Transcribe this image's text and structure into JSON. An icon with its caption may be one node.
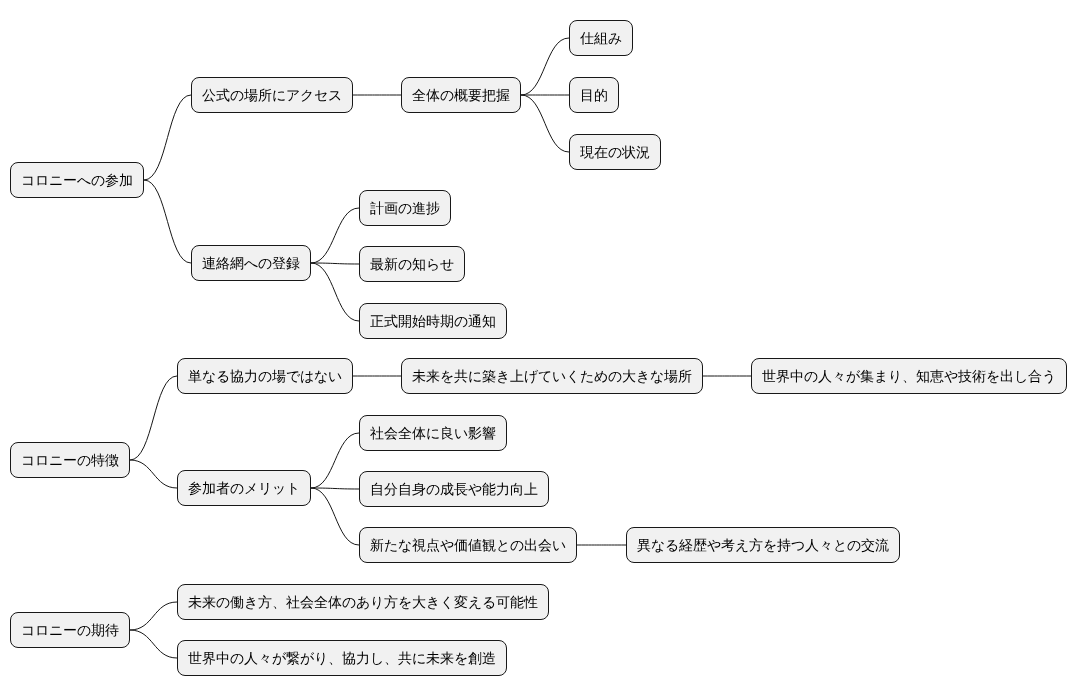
{
  "diagram": {
    "nodes": [
      {
        "text": [
          "コロニーへの参加"
        ]
      },
      {
        "text": [
          "公式の場所にアクセス"
        ]
      },
      {
        "text": [
          "全体の概要把握"
        ]
      },
      {
        "text": [
          "仕組み"
        ]
      },
      {
        "text": [
          "目的"
        ]
      },
      {
        "text": [
          "現在の状況"
        ]
      },
      {
        "text": [
          "連絡網への登録"
        ]
      },
      {
        "text": [
          "計画の進捗"
        ]
      },
      {
        "text": [
          "最新の知らせ"
        ]
      },
      {
        "text": [
          "正式開始時期の通知"
        ]
      },
      {
        "text": [
          "コロニーの特徴"
        ]
      },
      {
        "text": [
          "単なる協力の場ではない"
        ]
      },
      {
        "text": [
          "未来を共に築き上げていくための大きな場所"
        ]
      },
      {
        "text": [
          "世界中の人々が集まり、知恵や技術を出し合う"
        ]
      },
      {
        "text": [
          "参加者のメリット"
        ]
      },
      {
        "text": [
          "社会全体に良い影響"
        ]
      },
      {
        "text": [
          "自分自身の成長や能力向上"
        ]
      },
      {
        "text": [
          "新たな視点や価値観との出会い"
        ]
      },
      {
        "text": [
          "異なる経歴や考え方を持つ人々との交流"
        ]
      },
      {
        "text": [
          "コロニーの期待"
        ]
      },
      {
        "text": [
          "未来の働き方、社会全体のあり方を大きく変える可能性"
        ]
      },
      {
        "text": [
          "世界中の人々が繋がり、協力し、共に未来を創造"
        ]
      }
    ],
    "edges": [
      {
        "from": 0,
        "to": 1,
        "arrow": "none"
      },
      {
        "from": 1,
        "to": 2,
        "arrow": "none"
      },
      {
        "from": 2,
        "to": 3,
        "arrow": "none"
      },
      {
        "from": 2,
        "to": 4,
        "arrow": "none"
      },
      {
        "from": 2,
        "to": 5,
        "arrow": "none"
      },
      {
        "from": 0,
        "to": 6,
        "arrow": "none"
      },
      {
        "from": 6,
        "to": 7,
        "arrow": "none"
      },
      {
        "from": 6,
        "to": 8,
        "arrow": "none"
      },
      {
        "from": 6,
        "to": 9,
        "arrow": "none"
      },
      {
        "from": 10,
        "to": 11,
        "arrow": "none"
      },
      {
        "from": 11,
        "to": 12,
        "arrow": "none"
      },
      {
        "from": 12,
        "to": 13,
        "arrow": "none"
      },
      {
        "from": 10,
        "to": 14,
        "arrow": "none"
      },
      {
        "from": 14,
        "to": 15,
        "arrow": "none"
      },
      {
        "from": 14,
        "to": 16,
        "arrow": "none"
      },
      {
        "from": 14,
        "to": 17,
        "arrow": "none"
      },
      {
        "from": 17,
        "to": 18,
        "arrow": "none"
      },
      {
        "from": 19,
        "to": 20,
        "arrow": "none"
      },
      {
        "from": 19,
        "to": 21,
        "arrow": "none"
      }
    ]
  }
}
